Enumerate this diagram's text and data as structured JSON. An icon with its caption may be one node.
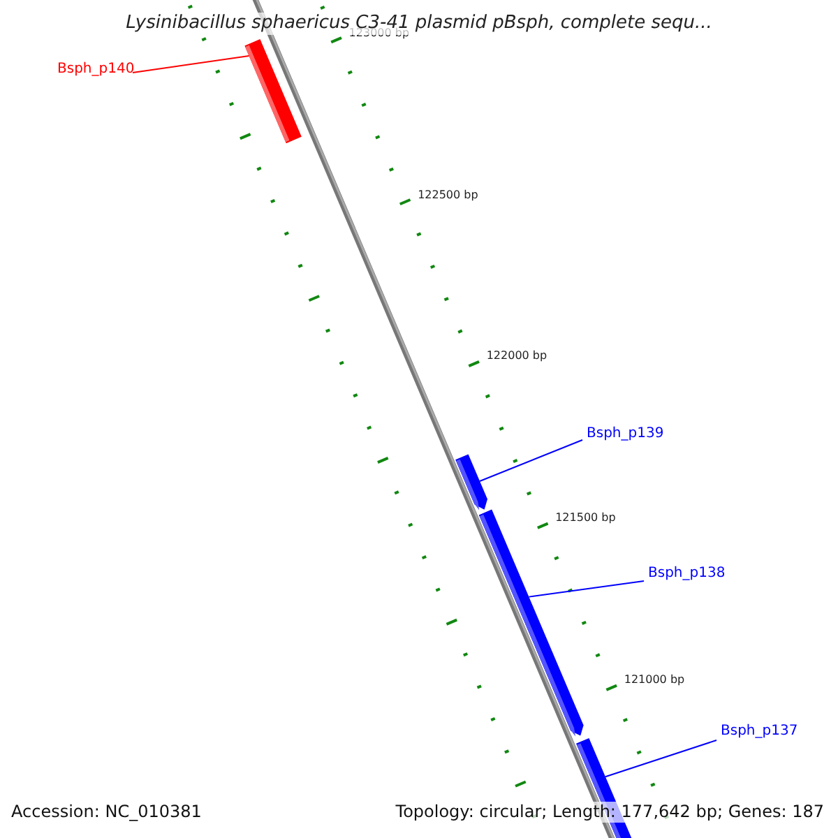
{
  "diagram": {
    "title": "Lysinibacillus sphaericus C3-41 plasmid pBsph, complete sequ...",
    "nodes": [
      {
        "text": [
          "Bsph_p140"
        ]
      },
      {
        "text": [],
        "shape": "bar"
      },
      {
        "text": [
          "Bsph_p139"
        ]
      },
      {
        "text": [],
        "shape": "bar"
      },
      {
        "text": [
          "Bsph_p138"
        ]
      },
      {
        "text": [],
        "shape": "bar"
      },
      {
        "text": [
          "Bsph_p137"
        ]
      },
      {
        "text": [],
        "shape": "bar"
      }
    ],
    "edges": [
      {
        "from": 0,
        "to": 1,
        "arrow": "none",
        "color": "#ff0000"
      },
      {
        "from": 2,
        "to": 3,
        "arrow": "none"
      },
      {
        "from": 4,
        "to": 5,
        "arrow": "none"
      },
      {
        "from": 6,
        "to": 7,
        "arrow": "none"
      }
    ],
    "labels": [
      "123000 bp",
      "122500 bp",
      "122000 bp",
      "121500 bp",
      "121000 bp",
      "Accession: NC_010381",
      "Topology: circular; Length: 177,642 bp; Genes: 187"
    ]
  }
}
